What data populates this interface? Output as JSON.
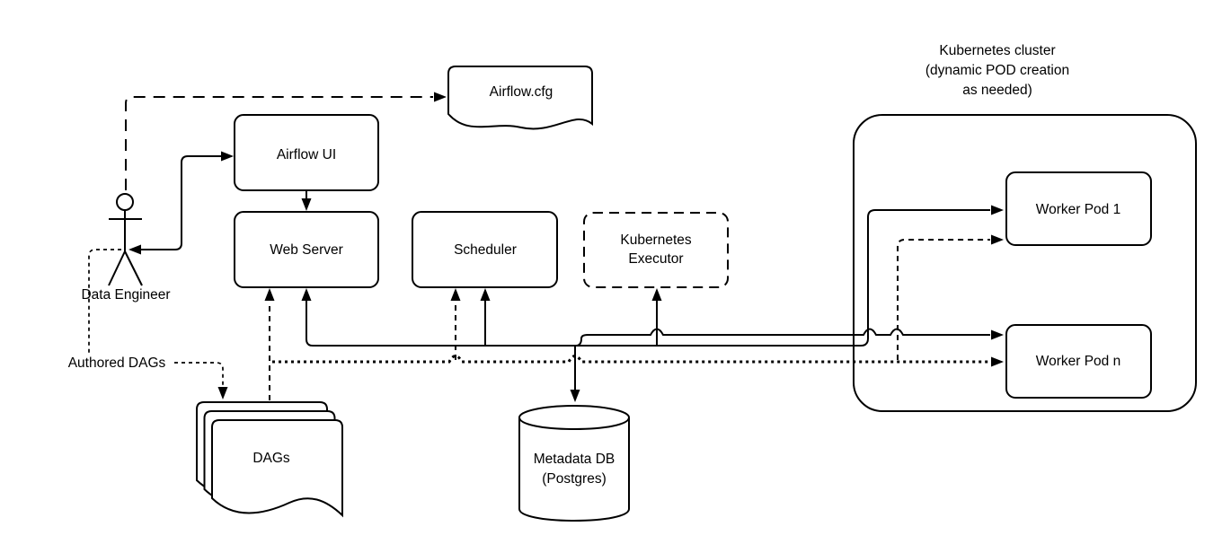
{
  "colors": {
    "stroke": "#000000",
    "background": "#ffffff"
  },
  "nodes": {
    "airflow_cfg": {
      "label": "Airflow.cfg",
      "shape": "document"
    },
    "airflow_ui": {
      "label": "Airflow UI",
      "shape": "rounded-rect"
    },
    "web_server": {
      "label": "Web Server",
      "shape": "rounded-rect"
    },
    "scheduler": {
      "label": "Scheduler",
      "shape": "rounded-rect"
    },
    "kubernetes_executor": {
      "line1": "Kubernetes",
      "line2": "Executor",
      "shape": "dashed-rounded-rect"
    },
    "data_engineer": {
      "label": "Data Engineer",
      "shape": "stick-figure-actor"
    },
    "dags": {
      "label": "DAGs",
      "shape": "document-stack"
    },
    "metadata_db": {
      "line1": "Metadata DB",
      "line2": "(Postgres)",
      "shape": "cylinder"
    },
    "kubernetes_cluster": {
      "line1": "Kubernetes cluster",
      "line2": "(dynamic POD creation",
      "line3": "as needed)",
      "shape": "rounded-container"
    },
    "worker_pod_1": {
      "label": "Worker Pod 1",
      "shape": "rounded-rect"
    },
    "worker_pod_n": {
      "label": "Worker Pod n",
      "shape": "rounded-rect"
    }
  },
  "edge_labels": {
    "authored_dags": "Authored DAGs"
  },
  "edges": [
    {
      "from": "Data Engineer",
      "to": "Airflow.cfg",
      "style": "long-dashed",
      "arrows": "end"
    },
    {
      "from": "Data Engineer",
      "to": "Airflow UI",
      "style": "solid",
      "arrows": "both"
    },
    {
      "from": "Airflow UI",
      "to": "Web Server",
      "style": "solid",
      "arrows": "end"
    },
    {
      "from": "Data Engineer",
      "to": "DAGs",
      "style": "short-dashed",
      "arrows": "end",
      "label": "Authored DAGs"
    },
    {
      "from": "DAGs",
      "to": "Web Server",
      "style": "dashed",
      "arrows": "end"
    },
    {
      "from": "DAGs",
      "to": "Scheduler",
      "style": "dashed",
      "arrows": "end"
    },
    {
      "from": "DAGs",
      "to": "Worker Pod 1",
      "style": "dashed",
      "arrows": "end"
    },
    {
      "from": "DAGs",
      "to": "Worker Pod n",
      "style": "bold-dotted",
      "arrows": "end"
    },
    {
      "bus": "metadata-solid-bus",
      "style": "solid",
      "endpoints": [
        "Web Server",
        "Scheduler",
        "Metadata DB",
        "Kubernetes Executor",
        "Worker Pod 1",
        "Worker Pod n"
      ]
    }
  ]
}
